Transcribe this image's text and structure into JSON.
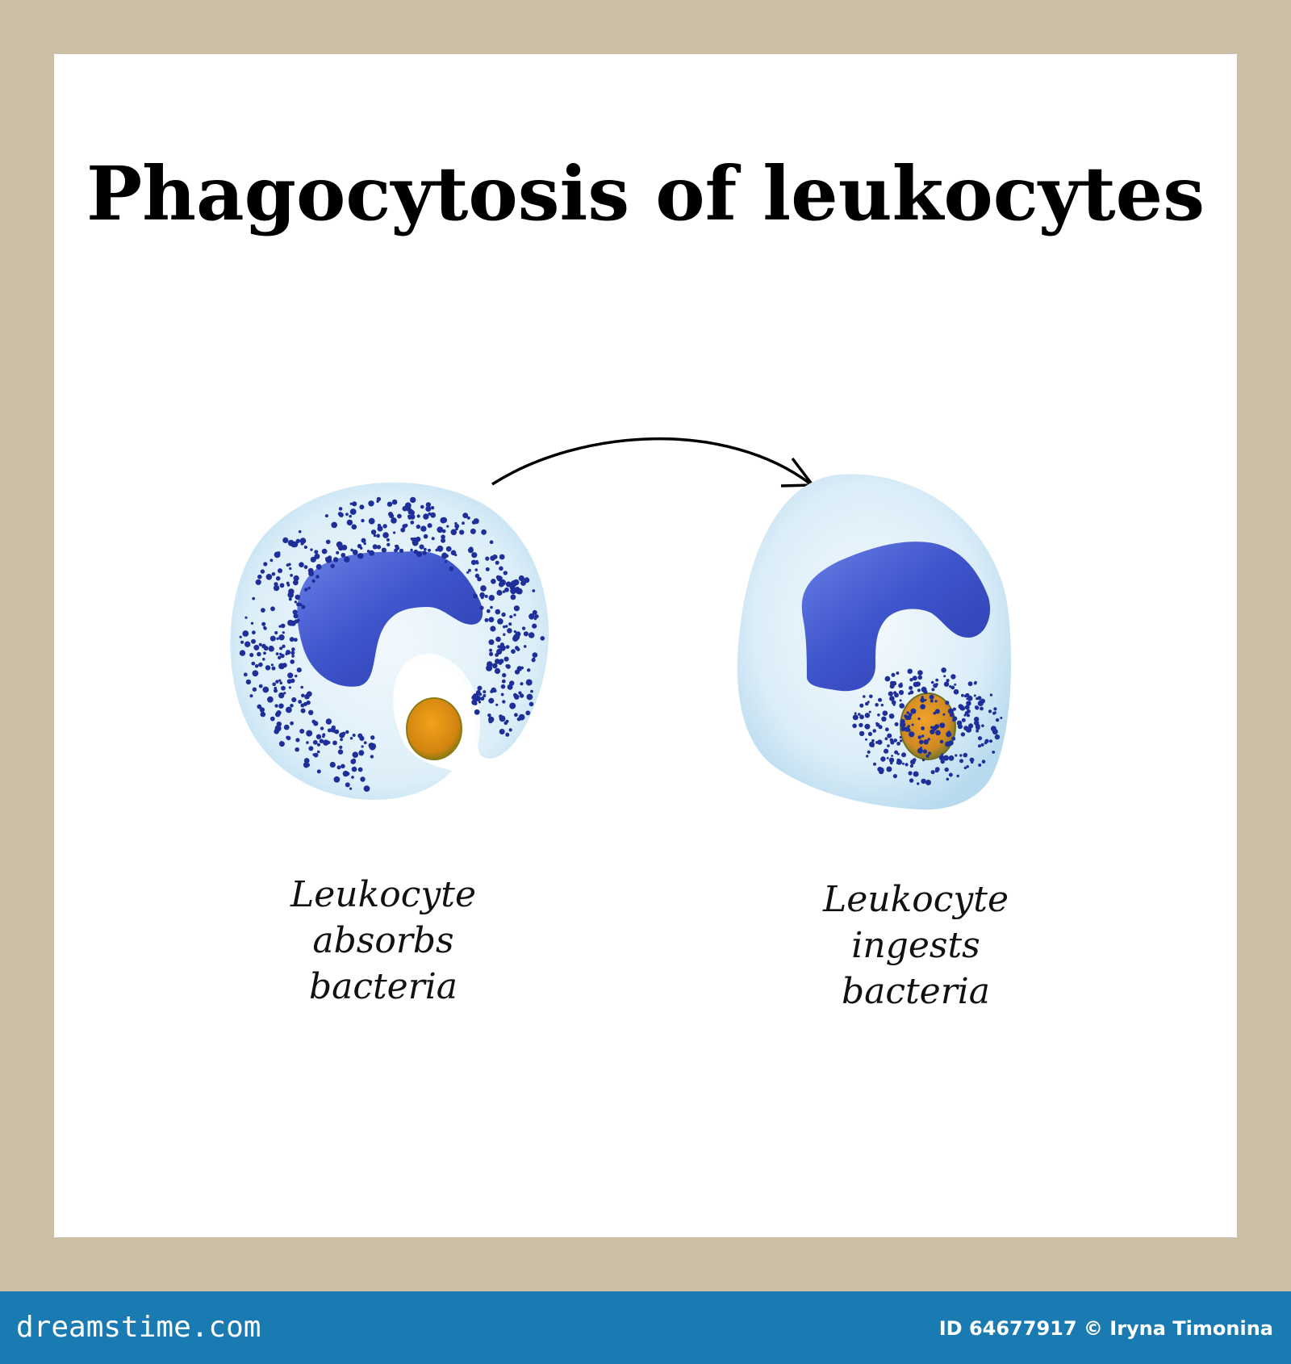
{
  "title": "Phagocytosis of leukocytes",
  "stages": [
    {
      "caption": [
        "Leukocyte",
        "absorbs",
        "bacteria"
      ]
    },
    {
      "caption": [
        "Leukocyte",
        "ingests",
        "bacteria"
      ]
    }
  ],
  "footer": {
    "logo": "dreamstime.com",
    "credit": "ID 64677917 © Iryna Timonina"
  },
  "colors": {
    "frame": "#cdbfa5",
    "panel": "#ffffff",
    "cytoplasm": "#c9e3f2",
    "nucleus": "#3d52c8",
    "granule": "#1e2f9a",
    "bacterium": "#d9890f",
    "footer": "#1a7bb3"
  }
}
